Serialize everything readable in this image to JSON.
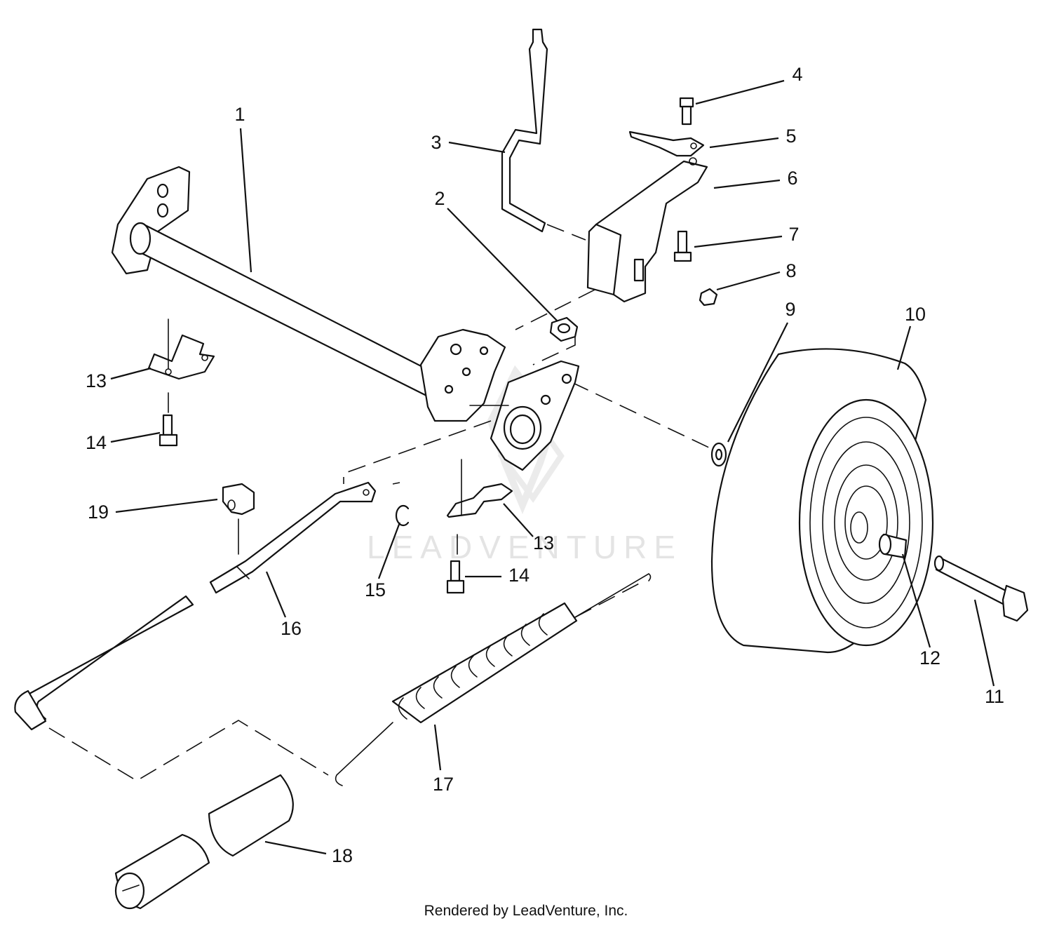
{
  "diagram": {
    "callouts": [
      "1",
      "2",
      "3",
      "4",
      "5",
      "6",
      "7",
      "8",
      "9",
      "10",
      "11",
      "12",
      "13",
      "13",
      "14",
      "14",
      "15",
      "16",
      "17",
      "18",
      "19"
    ]
  },
  "watermark": {
    "text": "LEADVENTURE"
  },
  "footer": {
    "text": "Rendered by LeadVenture, Inc."
  },
  "colors": {
    "line": "#111111",
    "watermark": "#e4e4e4",
    "background": "#ffffff"
  }
}
